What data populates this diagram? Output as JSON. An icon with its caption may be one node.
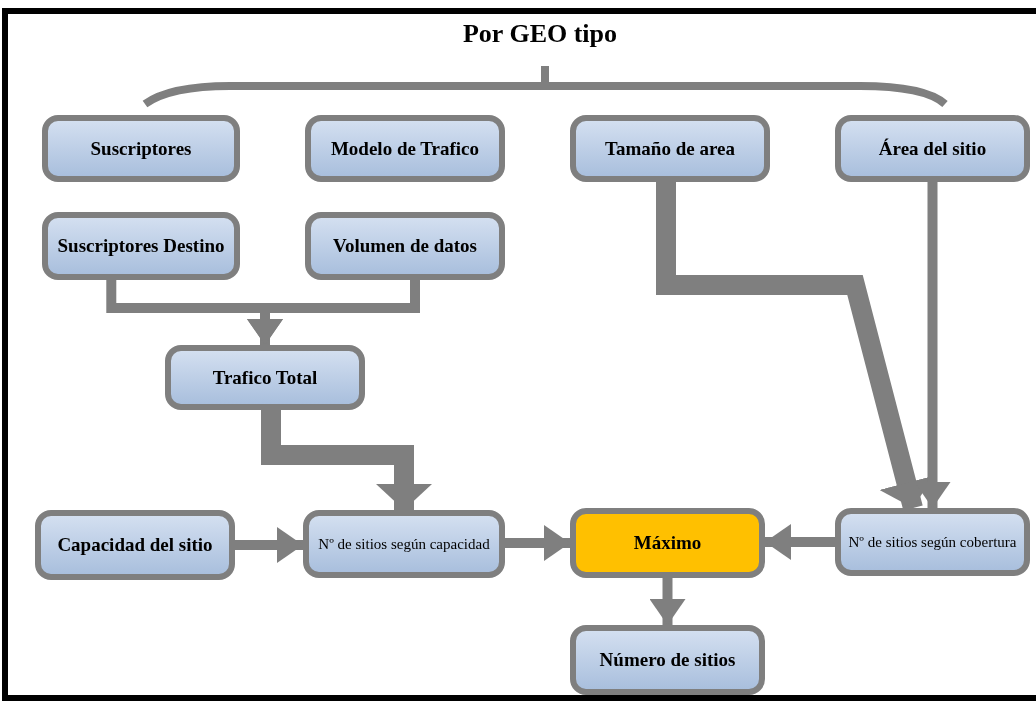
{
  "diagram": {
    "title": "Por GEO tipo",
    "nodes": [
      {
        "text": [
          "Suscriptores"
        ]
      },
      {
        "text": [
          "Modelo de Trafico"
        ]
      },
      {
        "text": [
          "Tamaño de area"
        ]
      },
      {
        "text": [
          "Área del sitio"
        ]
      },
      {
        "text": [
          "Suscriptores Destino"
        ]
      },
      {
        "text": [
          "Volumen de datos"
        ]
      },
      {
        "text": [
          "Trafico Total"
        ]
      },
      {
        "text": [
          "Capacidad del sitio"
        ]
      },
      {
        "text": [
          "Nº de sitios según capacidad"
        ]
      },
      {
        "text": [
          "Máximo"
        ]
      },
      {
        "text": [
          "Número de sitios"
        ]
      },
      {
        "text": [
          "Nº de sitios según cobertura"
        ]
      }
    ],
    "edges": [
      {
        "from": 4,
        "to": 6,
        "arrow": "to"
      },
      {
        "from": 5,
        "to": 6,
        "arrow": "to"
      },
      {
        "from": 6,
        "to": 8,
        "arrow": "to",
        "style": "thick"
      },
      {
        "from": 2,
        "to": 11,
        "arrow": "to",
        "style": "thick"
      },
      {
        "from": 3,
        "to": 11,
        "arrow": "to"
      },
      {
        "from": 7,
        "to": 8,
        "arrow": "to"
      },
      {
        "from": 8,
        "to": 9,
        "arrow": "to"
      },
      {
        "from": 11,
        "to": 9,
        "arrow": "to"
      },
      {
        "from": 9,
        "to": 10,
        "arrow": "to"
      }
    ]
  }
}
